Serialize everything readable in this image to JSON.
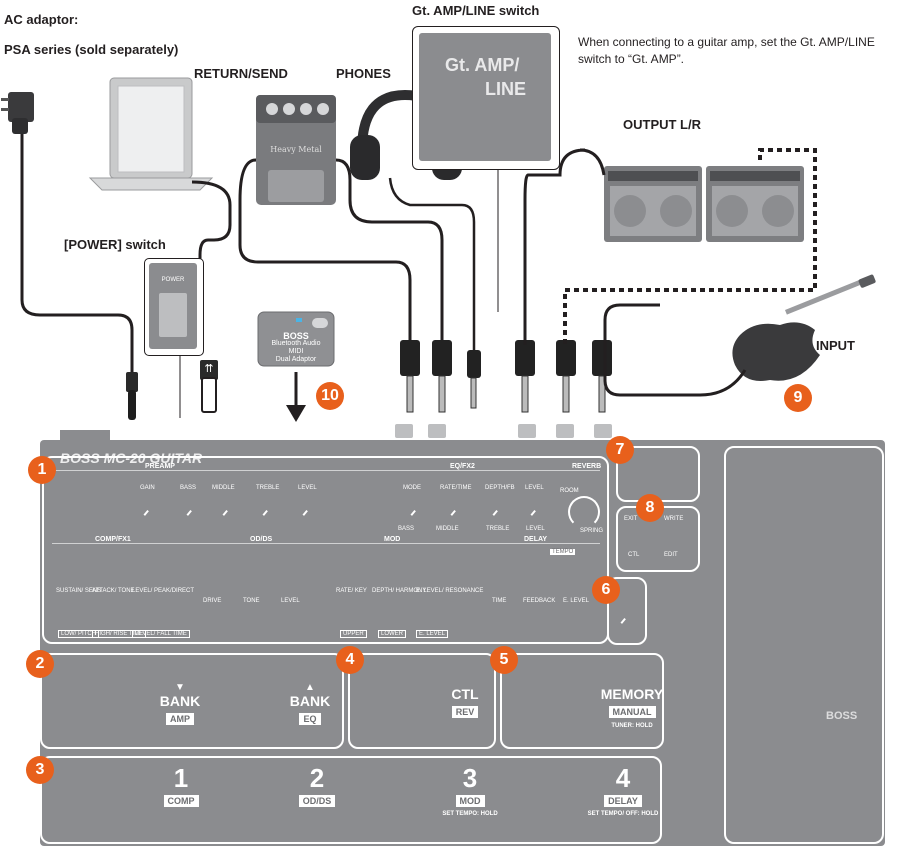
{
  "labels": {
    "ac_adaptor": "AC adaptor:",
    "psa": "PSA series (sold separately)",
    "return_send": "RETURN/SEND",
    "phones": "PHONES",
    "gt_amp_line": "Gt. AMP/LINE switch",
    "note": "When connecting to a guitar amp, set the Gt. AMP/LINE switch to “Gt. AMP”.",
    "output": "OUTPUT L/R",
    "power_switch": "[POWER] switch",
    "input": "INPUT"
  },
  "zoom_text": {
    "line1": "Gt. AMP/",
    "line2": "LINE"
  },
  "power_inset": "POWER",
  "callouts": [
    "1",
    "2",
    "3",
    "4",
    "5",
    "6",
    "7",
    "8",
    "9",
    "10"
  ],
  "panel": {
    "brand": "BOSS MC-20 GUITAR",
    "preamp": "PREAMP",
    "eq_fx2": "EQ/FX2",
    "reverb": "REVERB",
    "comp_fx1": "COMP/FX1",
    "od_ds": "OD/DS",
    "mod": "MOD",
    "delay": "DELAY",
    "preamp_knobs": [
      "GAIN",
      "BASS",
      "MIDDLE",
      "TREBLE",
      "LEVEL"
    ],
    "eq_knobs": [
      "MODE",
      "RATE/TIME",
      "DEPTH/FB",
      "LEVEL"
    ],
    "eq_btns": [
      "BASS",
      "MIDDLE",
      "TREBLE",
      "LEVEL"
    ],
    "od_knobs": [
      "DRIVE",
      "TONE",
      "LEVEL"
    ],
    "delay_knobs": [
      "TIME",
      "FEEDBACK",
      "E. LEVEL"
    ],
    "mod_knobs": [
      "RATE/ KEY",
      "DEPTH/ HARMONY",
      "E. LEVEL/ RESONANCE"
    ],
    "mod_btns": [
      "UPPER",
      "LOWER",
      "E. LEVEL"
    ],
    "comp_knobs": [
      "SUSTAIN/ SENS",
      "ATTACK/ TONE",
      "LEVEL/ PEAK/DIRECT"
    ],
    "comp_btns": [
      "LOW/ PITCH",
      "HIGH/ RISE TIME",
      "LEVEL/ FALL TIME"
    ],
    "reverb_labels": [
      "ROOM",
      "SPRING"
    ],
    "exit": "EXIT",
    "write": "WRITE",
    "ctl": "CTL",
    "edit": "EDIT",
    "tempo": "TEMPO"
  },
  "switches": {
    "bank_down": {
      "name": "BANK",
      "sub": "AMP"
    },
    "bank_up": {
      "name": "BANK",
      "sub": "EQ"
    },
    "ctl": {
      "name": "CTL",
      "sub": "REV"
    },
    "memory": {
      "name": "MEMORY",
      "sub": "MANUAL",
      "note": "TUNER: HOLD"
    },
    "s1": {
      "num": "1",
      "name": "COMP"
    },
    "s2": {
      "num": "2",
      "name": "OD/DS"
    },
    "s3": {
      "num": "3",
      "name": "MOD",
      "note": "SET TEMPO: HOLD"
    },
    "s4": {
      "num": "4",
      "name": "DELAY",
      "note": "SET TEMPO/ OFF: HOLD"
    }
  },
  "boss_logo": "BOSS",
  "device_box": {
    "line1": "BOSS",
    "line2": "Bluetooth Audio MIDI",
    "line3": "Dual Adaptor"
  },
  "colors": {
    "accent": "#e8601c",
    "pedal": "#8b8c8f",
    "cable": "#231f20"
  }
}
